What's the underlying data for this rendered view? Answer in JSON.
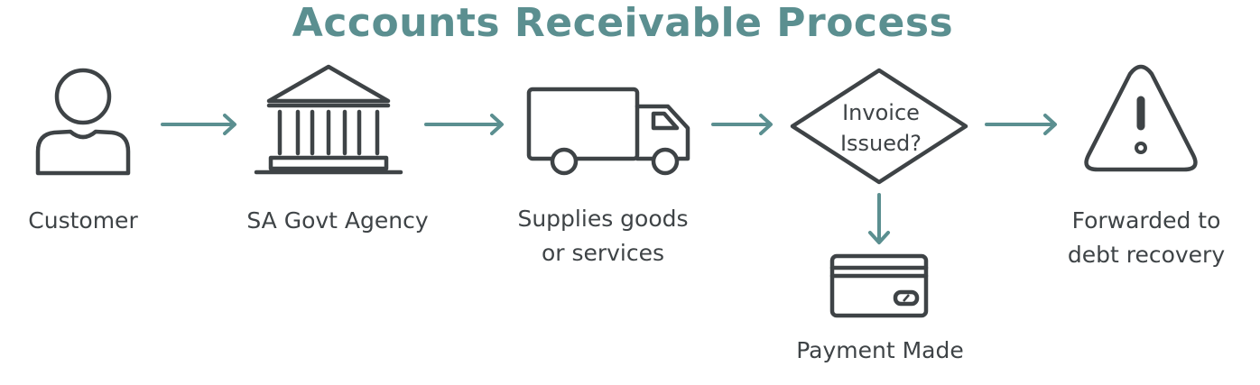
{
  "title": "Accounts Receivable Process",
  "colors": {
    "accent": "#5b8f90",
    "icon": "#3e4346"
  },
  "steps": [
    {
      "id": "customer",
      "label": "Customer",
      "icon": "person-icon"
    },
    {
      "id": "agency",
      "label": "SA Govt Agency",
      "icon": "government-building-icon"
    },
    {
      "id": "supplies",
      "label_line1": "Supplies goods",
      "label_line2": "or services",
      "icon": "truck-icon"
    },
    {
      "id": "invoice",
      "decision_line1": "Invoice",
      "decision_line2": "Issued?",
      "shape": "diamond"
    },
    {
      "id": "debt",
      "label_line1": "Forwarded to",
      "label_line2": "debt recovery",
      "icon": "warning-icon"
    },
    {
      "id": "payment",
      "label": "Payment Made",
      "icon": "credit-card-icon"
    }
  ]
}
